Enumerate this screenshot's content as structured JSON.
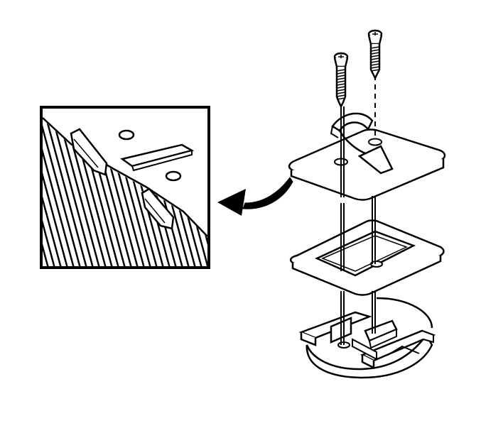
{
  "figure": {
    "kind": "exploded-assembly-line-drawing",
    "style": "black line art on white",
    "colors": {
      "line": "#000000",
      "paper": "#ffffff"
    },
    "parts": [
      "screw",
      "screw",
      "top-plate",
      "gasket-frame",
      "base-bracket"
    ],
    "detail_view": "inset-hatched-edge-with-tabs",
    "callout": "curved-arrow-from-top-plate-to-inset",
    "labels": []
  }
}
